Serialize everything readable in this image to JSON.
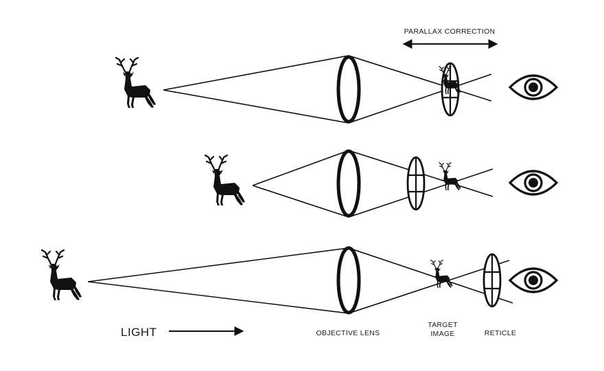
{
  "labels": {
    "parallax": "PARALLAX CORRECTION",
    "light": "LIGHT",
    "objective": "OBJECTIVE LENS",
    "target_line1": "TARGET",
    "target_line2": "IMAGE",
    "reticle": "RETICLE"
  },
  "icons": {
    "subject": "deer-silhouette-icon",
    "viewer": "eye-icon",
    "arrow": "arrow-right-icon",
    "double_arrow": "double-arrow-icon"
  },
  "colors": {
    "ink": "#111111",
    "background": "#ffffff"
  }
}
